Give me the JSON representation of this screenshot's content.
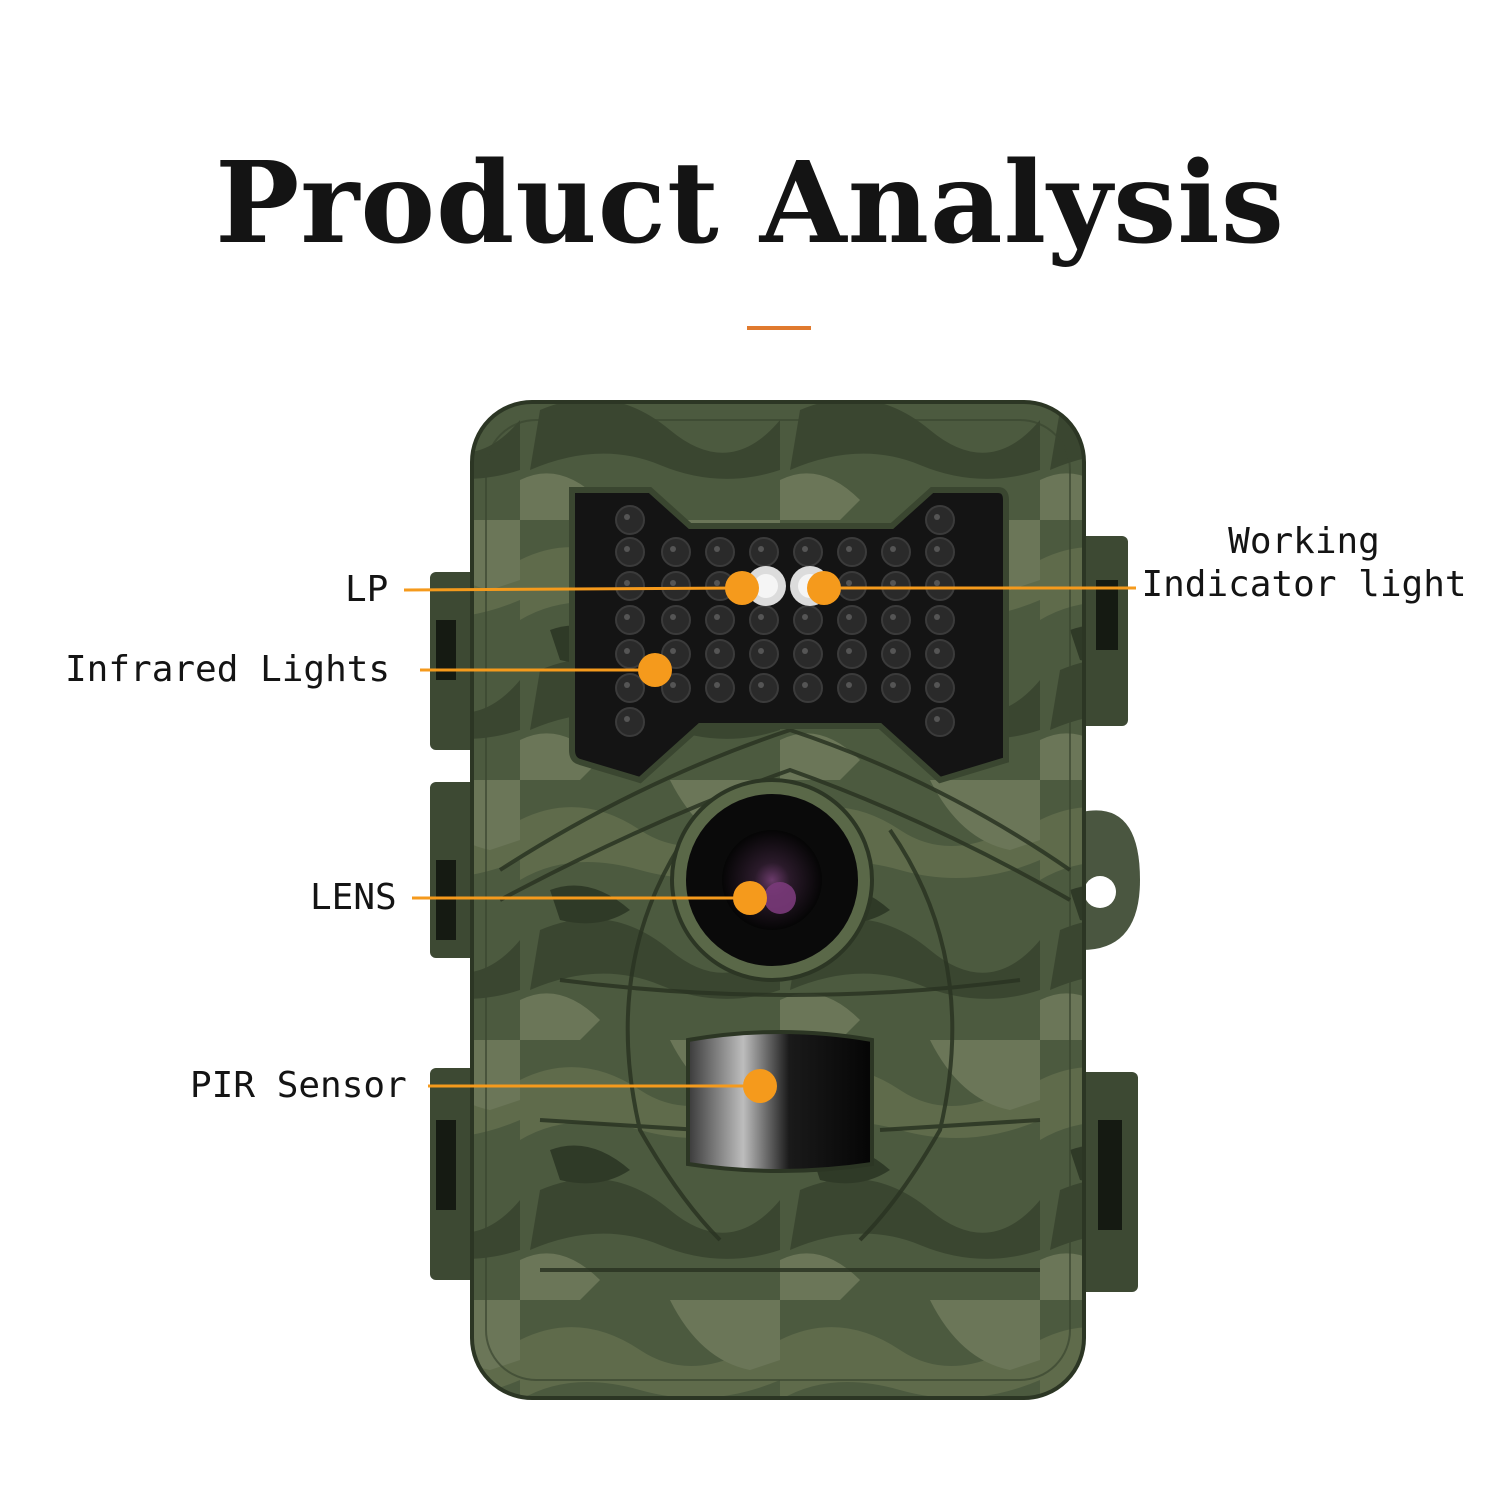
{
  "title": "Product Analysis",
  "accent_color": "#e07a2e",
  "callout_color": "#f59a1c",
  "camera_colors": {
    "body": "#4c5a3f",
    "body_dark": "#33402b",
    "body_light": "#6a7656",
    "panel": "#141414",
    "led": "#2a2a2a"
  },
  "callouts": {
    "lp": "LP",
    "infrared": "Infrared Lights",
    "lens": "LENS",
    "pir": "PIR Sensor",
    "working_line1": "Working",
    "working_line2": "Indicator light"
  }
}
